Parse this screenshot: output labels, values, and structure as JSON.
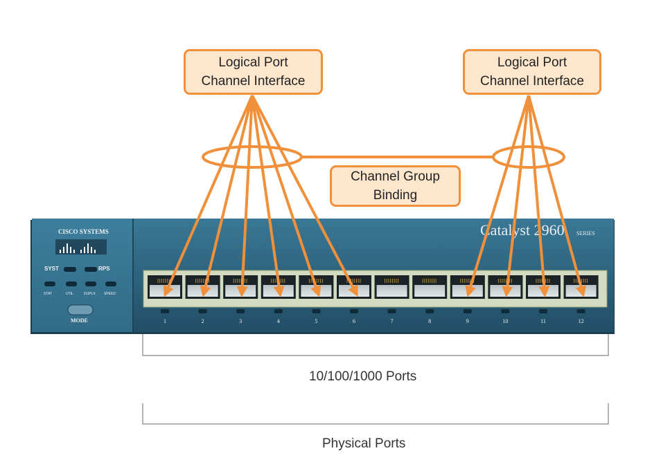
{
  "logical_left": {
    "line1": "Logical Port",
    "line2": "Channel Interface"
  },
  "logical_right": {
    "line1": "Logical Port",
    "line2": "Channel Interface"
  },
  "channel_group": {
    "line1": "Channel Group",
    "line2": "Binding"
  },
  "switch": {
    "brand": "CISCO SYSTEMS",
    "model": "Catalyst 2960",
    "series": "SERIES",
    "leds_top": [
      "SYST",
      "RPS"
    ],
    "leds_bottom": [
      "STAT",
      "UTIL",
      "DUPLX",
      "SPEED"
    ],
    "mode_label": "MODE",
    "port_numbers": [
      "1",
      "2",
      "3",
      "4",
      "5",
      "6",
      "7",
      "8",
      "9",
      "10",
      "11",
      "12"
    ]
  },
  "ports_bracket_label": "10/100/1000 Ports",
  "physical_bracket_label": "Physical Ports",
  "colors": {
    "arrow": "#f0903a",
    "box_fill": "#fde6cc",
    "chassis_body": "#2b5f7a",
    "chassis_face": "#356e8b"
  },
  "connections": {
    "left_channel_ports": [
      1,
      2,
      3,
      4,
      5,
      6
    ],
    "right_channel_ports": [
      9,
      10,
      11,
      12
    ]
  }
}
